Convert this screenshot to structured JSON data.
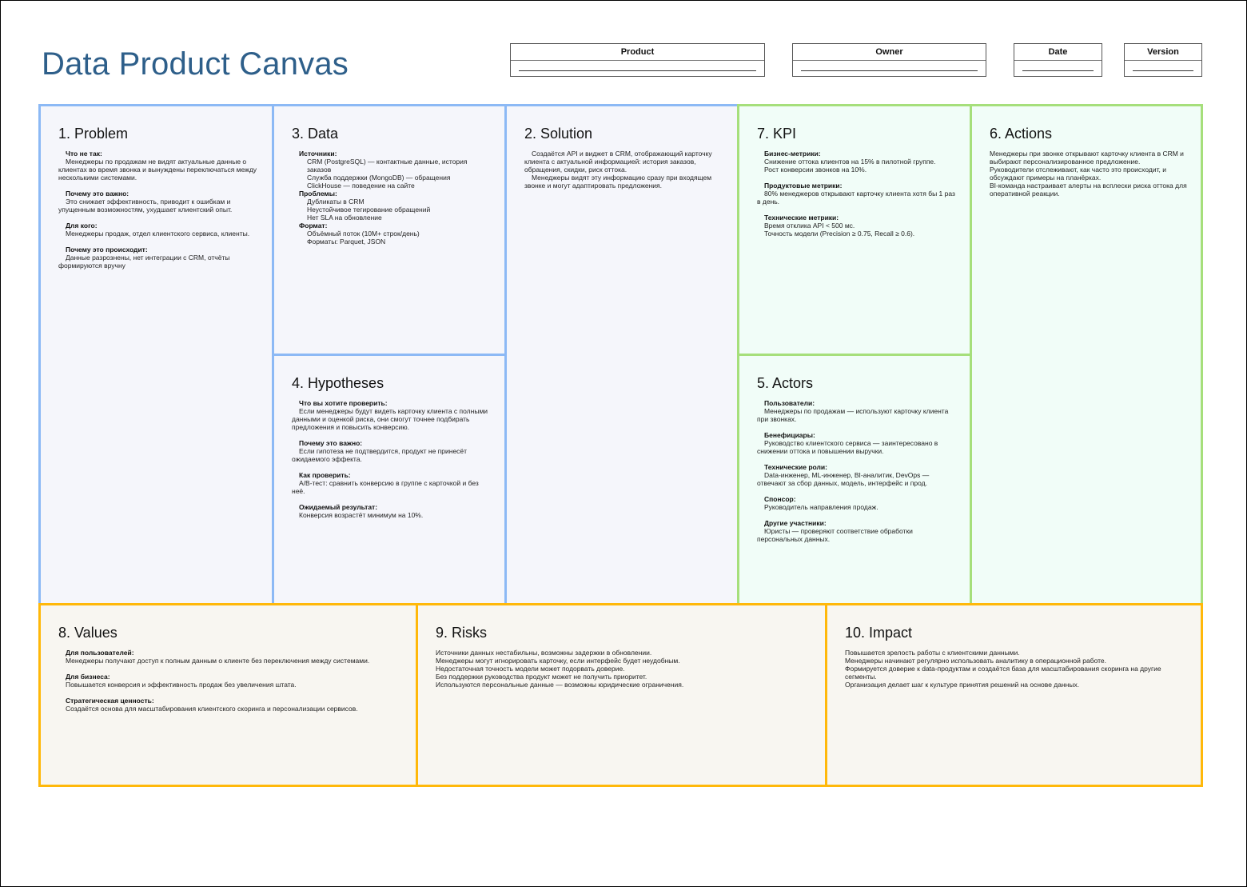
{
  "header": {
    "title": "Data Product Canvas",
    "fields": [
      {
        "label": "Product",
        "value": ""
      },
      {
        "label": "Owner",
        "value": ""
      },
      {
        "label": "Date",
        "value": ""
      },
      {
        "label": "Version",
        "value": ""
      }
    ]
  },
  "colors": {
    "title": "#2e5f8a",
    "blue_border": "#8cb9f5",
    "green_border": "#a6df7b",
    "orange_border": "#ffb80a"
  },
  "cells": [
    {
      "id": "problem",
      "title": "1. Problem",
      "blocks": [
        {
          "heading": "Что не так:",
          "lines": [
            "Менеджеры по продажам не видят актуальные данные о клиентах во время звонка и вынуждены переключаться между несколькими системами."
          ]
        },
        {
          "heading": "Почему это важно:",
          "lines": [
            "Это снижает эффективность, приводит к ошибкам и упущенным возможностям, ухудшает клиентский опыт."
          ]
        },
        {
          "heading": "Для кого:",
          "lines": [
            "Менеджеры продаж, отдел клиентского сервиса, клиенты."
          ]
        },
        {
          "heading": "Почему это происходит:",
          "lines": [
            "Данные разрознены, нет интеграции с CRM, отчёты формируются вручну"
          ]
        }
      ]
    },
    {
      "id": "data",
      "title": "3. Data",
      "blocks": [
        {
          "heading": "Источники:",
          "lines": [
            "CRM (PostgreSQL) — контактные данные, история заказов",
            "Служба поддержки (MongoDB) — обращения",
            "ClickHouse — поведение на сайте"
          ]
        },
        {
          "heading": "Проблемы:",
          "lines": [
            "Дубликаты в CRM",
            "Неустойчивое тегирование обращений",
            "Нет SLA на обновление"
          ]
        },
        {
          "heading": "Формат:",
          "lines": [
            "Объёмный поток (10M+ строк/день)",
            "Форматы: Parquet, JSON"
          ]
        }
      ]
    },
    {
      "id": "hypotheses",
      "title": "4. Hypotheses",
      "blocks": [
        {
          "heading": "Что вы хотите проверить:",
          "lines": [
            "Если менеджеры будут видеть карточку клиента с полными данными и оценкой риска, они смогут точнее подбирать предложения и повысить конверсию."
          ]
        },
        {
          "heading": "Почему это важно:",
          "lines": [
            "Если гипотеза не подтвердится, продукт не принесёт ожидаемого эффекта."
          ]
        },
        {
          "heading": "Как проверить:",
          "lines": [
            "A/B-тест: сравнить конверсию в группе с карточкой и без неё."
          ]
        },
        {
          "heading": "Ожидаемый результат:",
          "lines": [
            "Конверсия возрастёт минимум на 10%."
          ]
        }
      ]
    },
    {
      "id": "solution",
      "title": "2. Solution",
      "blocks": [
        {
          "heading": "",
          "lines": [
            "Создаётся API и виджет в CRM, отображающий карточку клиента с актуальной информацией: история заказов, обращения, скидки, риск оттока.",
            "Менеджеры видят эту информацию сразу при входящем звонке и могут адаптировать предложения."
          ]
        }
      ]
    },
    {
      "id": "kpi",
      "title": "7. KPI",
      "blocks": [
        {
          "heading": "Бизнес-метрики:",
          "lines": [
            "Снижение оттока клиентов на 15% в пилотной группе.",
            "Рост конверсии звонков на 10%."
          ]
        },
        {
          "heading": "Продуктовые метрики:",
          "lines": [
            "80% менеджеров открывают карточку клиента хотя бы 1 раз в день."
          ]
        },
        {
          "heading": "Технические метрики:",
          "lines": [
            "Время отклика API < 500 мс.",
            "Точность модели (Precision ≥ 0.75, Recall ≥ 0.6)."
          ]
        }
      ]
    },
    {
      "id": "actors",
      "title": "5. Actors",
      "blocks": [
        {
          "heading": "Пользователи:",
          "lines": [
            "Менеджеры по продажам — используют карточку клиента при звонках."
          ]
        },
        {
          "heading": "Бенефициары:",
          "lines": [
            "Руководство клиентского сервиса — заинтересовано в снижении оттока и повышении выручки."
          ]
        },
        {
          "heading": "Технические роли:",
          "lines": [
            "Data-инженер, ML-инженер, BI-аналитик, DevOps — отвечают за сбор данных, модель, интерфейс и прод."
          ]
        },
        {
          "heading": "Спонсор:",
          "lines": [
            "Руководитель направления продаж."
          ]
        },
        {
          "heading": "Другие участники:",
          "lines": [
            "Юристы — проверяют соответствие обработки персональных данных."
          ]
        }
      ]
    },
    {
      "id": "actions",
      "title": "6. Actions",
      "blocks": [
        {
          "heading": "",
          "lines": [
            "Менеджеры при звонке открывают карточку клиента в CRM и выбирают персонализированное предложение.",
            "Руководители отслеживают, как часто это происходит, и обсуждают примеры на планёрках.",
            "BI-команда настраивает алерты на всплески риска оттока для оперативной реакции."
          ]
        }
      ]
    },
    {
      "id": "values",
      "title": "8. Values",
      "blocks": [
        {
          "heading": "Для пользователей:",
          "lines": [
            "Менеджеры получают доступ к полным данным о клиенте без переключения между системами."
          ]
        },
        {
          "heading": "Для бизнеса:",
          "lines": [
            "Повышается конверсия и эффективность продаж без увеличения штата."
          ]
        },
        {
          "heading": "Стратегическая ценность:",
          "lines": [
            "Создаётся основа для масштабирования клиентского скоринга и персонализации сервисов."
          ]
        }
      ]
    },
    {
      "id": "risks",
      "title": "9. Risks",
      "blocks": [
        {
          "heading": "",
          "lines": [
            "Источники данных нестабильны, возможны задержки в обновлении.",
            "Менеджеры могут игнорировать карточку, если интерфейс будет неудобным.",
            "Недостаточная точность модели может подорвать доверие.",
            "Без поддержки руководства продукт может не получить приоритет.",
            "Используются персональные данные — возможны юридические ограничения."
          ]
        }
      ]
    },
    {
      "id": "impact",
      "title": "10. Impact",
      "blocks": [
        {
          "heading": "",
          "lines": [
            "Повышается зрелость работы с клиентскими данными.",
            "Менеджеры начинают регулярно использовать аналитику в операционной работе.",
            "Формируется доверие к data-продуктам и создаётся база для масштабирования скоринга на другие сегменты.",
            "Организация делает шаг к культуре принятия решений на основе данных."
          ]
        }
      ]
    }
  ]
}
